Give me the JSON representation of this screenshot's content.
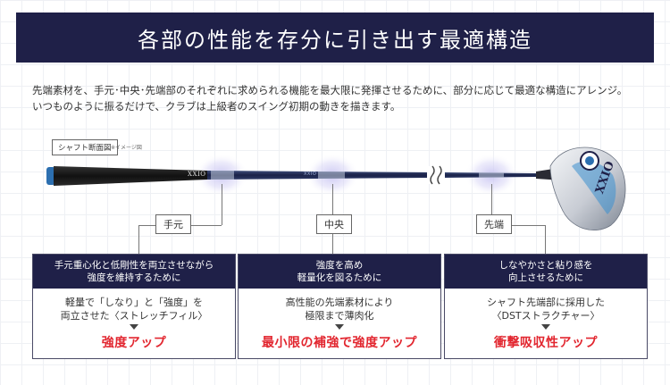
{
  "title": "各部の性能を存分に引き出す最適構造",
  "intro": {
    "line1": "先端素材を、手元･中央･先端部のそれぞれに求められる機能を最大限に発揮させるために、部分に応じて最適な構造にアレンジ。",
    "line2": "いつものように振るだけで、クラブは上級者のスイング初期の動きを描きます。"
  },
  "diagram": {
    "label": "シャフト断面図",
    "note": "※イメージ図",
    "brand": "XXIO",
    "shaft_text": "XXIO"
  },
  "zones": [
    {
      "name": "手元"
    },
    {
      "name": "中央"
    },
    {
      "name": "先端"
    }
  ],
  "cards": [
    {
      "head1": "手元重心化と低剛性を両立させながら",
      "head2": "強度を維持するために",
      "body1": "軽量で「しなり」と「強度」を",
      "body2": "両立させた〈ストレッチフィル〉",
      "result": "強度アップ"
    },
    {
      "head1": "強度を高め",
      "head2": "軽量化を図るために",
      "body1": "高性能の先端素材により",
      "body2": "極限まで薄肉化",
      "result": "最小限の補強で強度アップ"
    },
    {
      "head1": "しなやかさと粘り感を",
      "head2": "向上させるために",
      "body1": "シャフト先端部に採用した",
      "body2": "〈DSTストラクチャー〉",
      "result": "衝撃吸収性アップ"
    }
  ],
  "colors": {
    "navy": "#1f2048",
    "accent": "#e2262f",
    "shaft_blue": "#2c6fb0"
  }
}
